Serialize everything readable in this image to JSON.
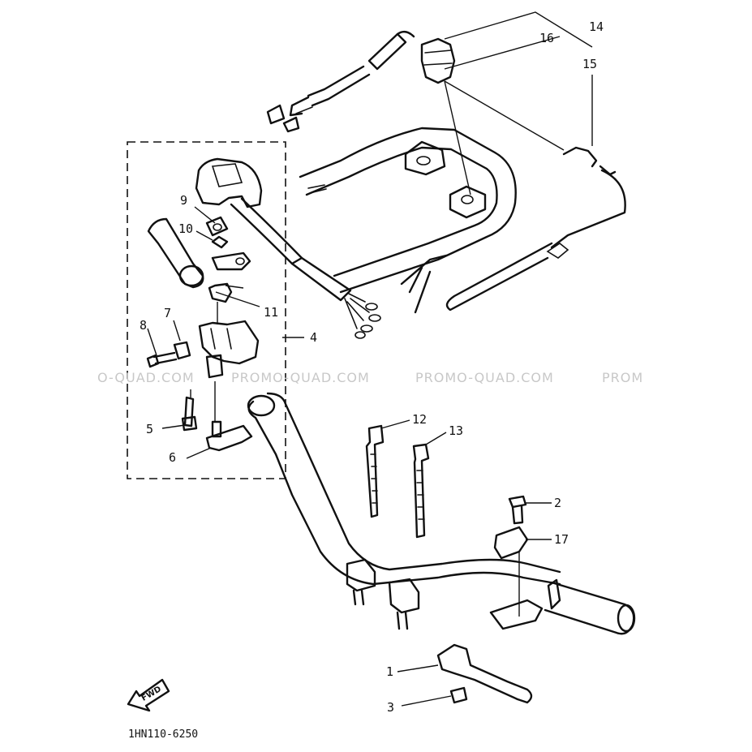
{
  "callouts": [
    {
      "id": "c1",
      "label": "1"
    },
    {
      "id": "c2",
      "label": "2"
    },
    {
      "id": "c3",
      "label": "3"
    },
    {
      "id": "c4",
      "label": "4"
    },
    {
      "id": "c5",
      "label": "5"
    },
    {
      "id": "c6",
      "label": "6"
    },
    {
      "id": "c7",
      "label": "7"
    },
    {
      "id": "c8",
      "label": "8"
    },
    {
      "id": "c9",
      "label": "9"
    },
    {
      "id": "c10",
      "label": "10"
    },
    {
      "id": "c11",
      "label": "11"
    },
    {
      "id": "c12",
      "label": "12"
    },
    {
      "id": "c13",
      "label": "13"
    },
    {
      "id": "c14",
      "label": "14"
    },
    {
      "id": "c15",
      "label": "15"
    },
    {
      "id": "c16",
      "label": "16"
    },
    {
      "id": "c17",
      "label": "17"
    }
  ],
  "watermark": {
    "segments": [
      "O-QUAD.COM",
      "PROMO-QUAD.COM",
      "PROMO-QUAD.COM",
      "PROM"
    ]
  },
  "fwd_label": "FWD",
  "drawing_code": "1HN110-6250",
  "colors": {
    "ink": "#111111",
    "watermark": "#c8c8c8",
    "paper": "#ffffff"
  }
}
